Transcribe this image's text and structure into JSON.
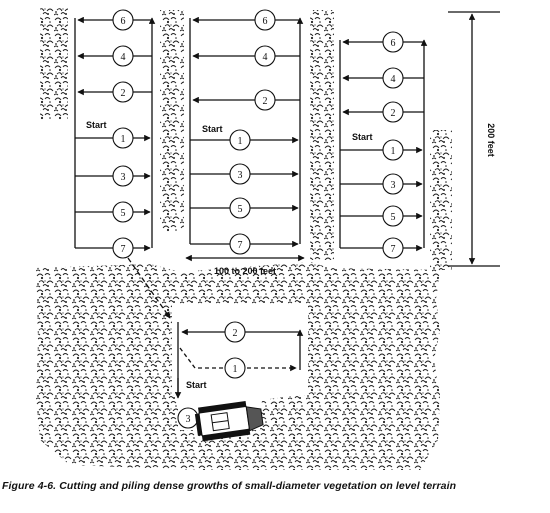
{
  "caption": "Figure 4-6.  Cutting and piling dense growths of small-diameter vegetation on level terrain",
  "labels": {
    "start": "Start",
    "width": "100 to 200 feet",
    "length": "200 feet"
  },
  "pile_numbers": [
    "1",
    "2",
    "3",
    "4",
    "5",
    "6",
    "7"
  ],
  "colors": {
    "ink": "#111111",
    "paper": "#ffffff"
  },
  "icons": {
    "tractor": "crawler-tractor-icon",
    "vegetation": "brush-texture"
  }
}
